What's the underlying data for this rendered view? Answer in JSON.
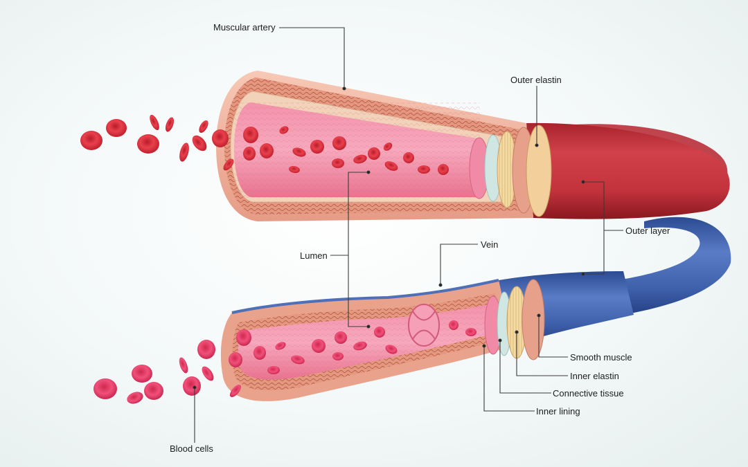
{
  "diagram": {
    "labels": {
      "muscular_artery": "Muscular artery",
      "outer_elastin": "Outer elastin",
      "outer_layer": "Outer layer",
      "vein": "Vein",
      "lumen": "Lumen",
      "smooth_muscle": "Smooth muscle",
      "inner_elastin": "Inner elastin",
      "connective_tissue": "Connective tissue",
      "inner_lining": "Inner lining",
      "blood_cells": "Blood cells"
    },
    "colors": {
      "artery_outer": "#c8323a",
      "artery_wall": "#f3b39a",
      "lumen": "#f07a9a",
      "vein_outer": "#3d5fa8",
      "blood_cell": "#e0303e",
      "leader_line": "#333333"
    }
  }
}
